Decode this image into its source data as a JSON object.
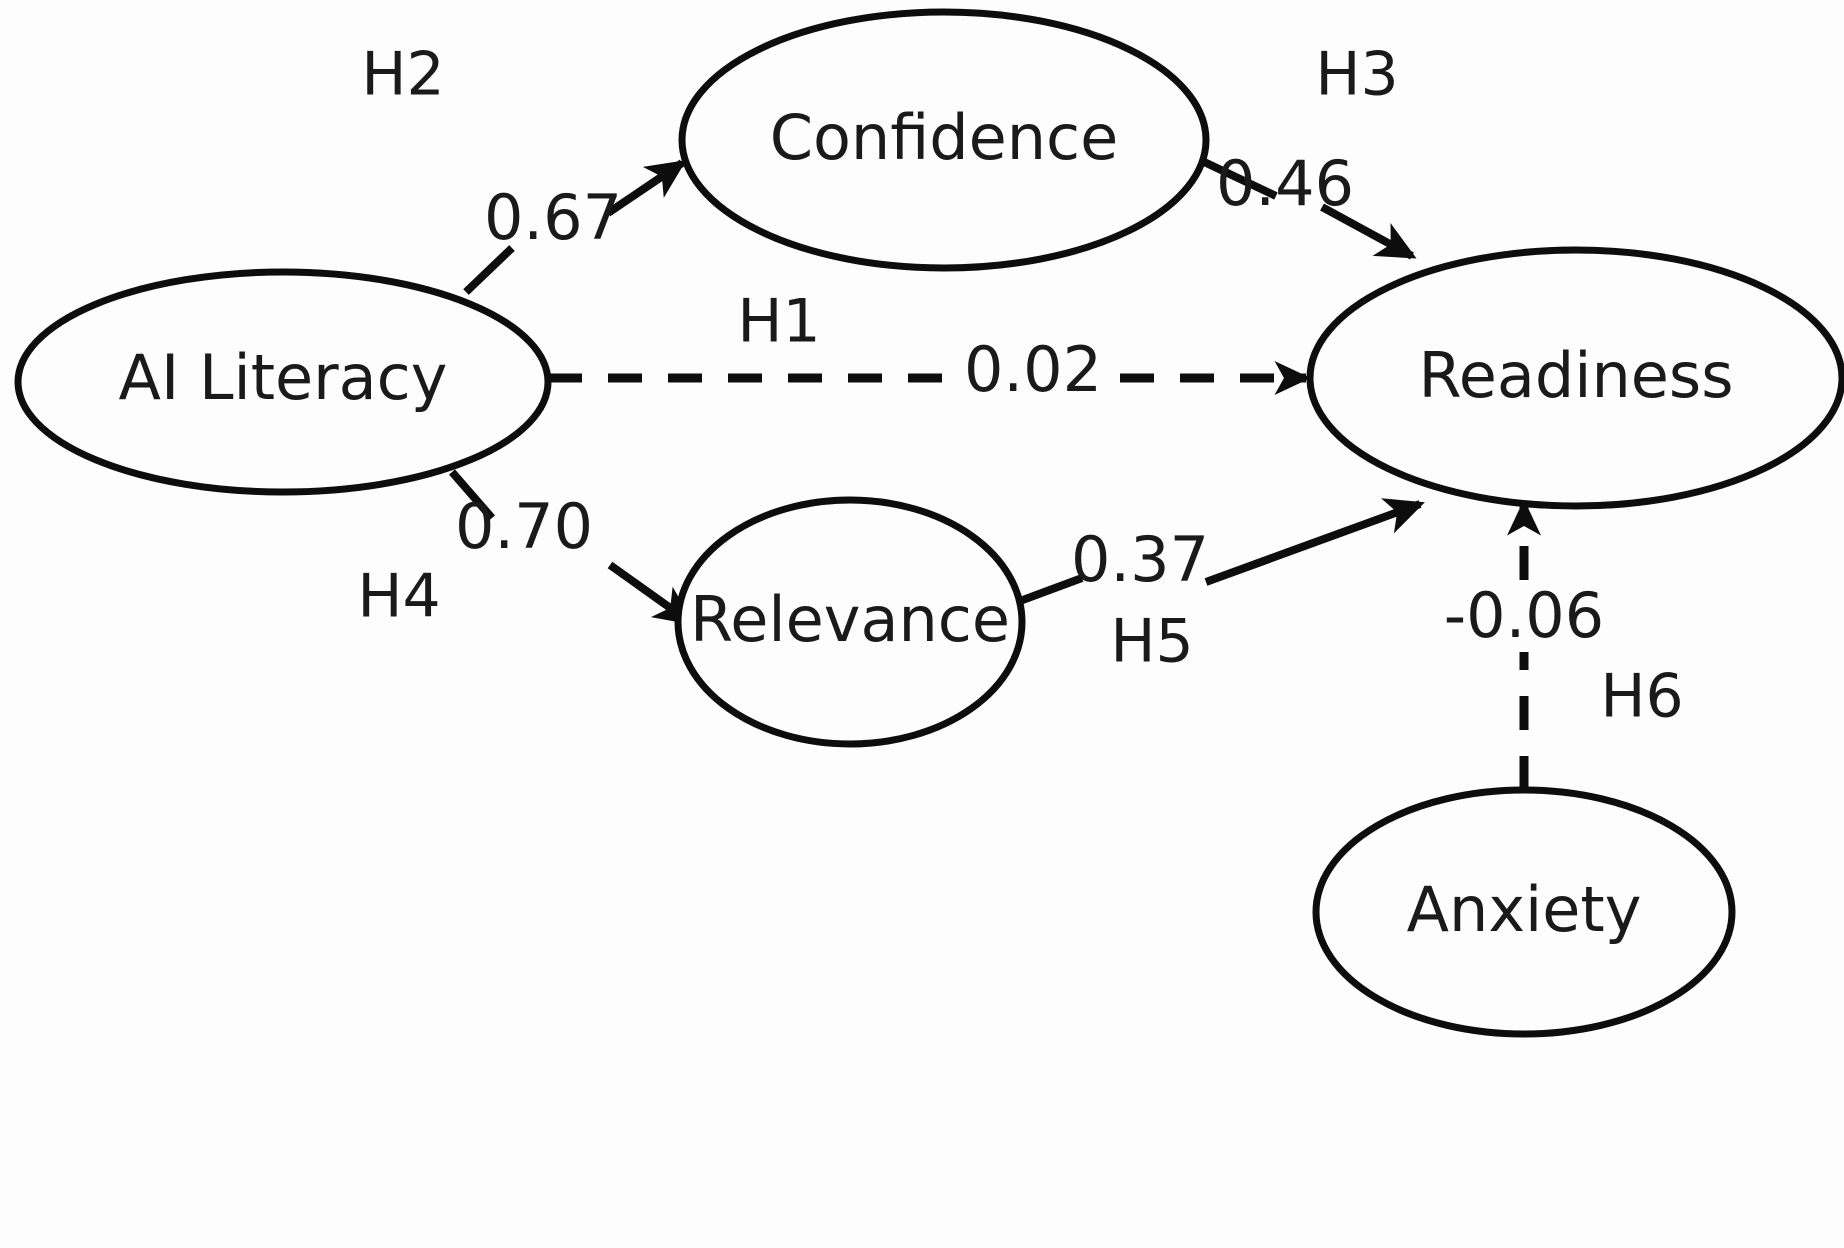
{
  "diagram": {
    "type": "structural-equation-model-path-diagram",
    "background_color": "#fdfdfd",
    "stroke_color": "#0d0d0d",
    "text_color": "#1a1a1a"
  },
  "nodes": [
    {
      "id": "ai_literacy",
      "label": "AI Literacy"
    },
    {
      "id": "confidence",
      "label": "Confidence"
    },
    {
      "id": "readiness",
      "label": "Readiness"
    },
    {
      "id": "relevance",
      "label": "Relevance"
    },
    {
      "id": "anxiety",
      "label": "Anxiety"
    }
  ],
  "paths": [
    {
      "id": "h1",
      "hypothesis": "H1",
      "coefficient": "0.02",
      "from": "AI Literacy",
      "to": "Readiness",
      "style": "dashed"
    },
    {
      "id": "h2",
      "hypothesis": "H2",
      "coefficient": "0.67",
      "from": "AI Literacy",
      "to": "Confidence",
      "style": "solid"
    },
    {
      "id": "h3",
      "hypothesis": "H3",
      "coefficient": "0.46",
      "from": "Confidence",
      "to": "Readiness",
      "style": "solid"
    },
    {
      "id": "h4",
      "hypothesis": "H4",
      "coefficient": "0.70",
      "from": "AI Literacy",
      "to": "Relevance",
      "style": "solid"
    },
    {
      "id": "h5",
      "hypothesis": "H5",
      "coefficient": "0.37",
      "from": "Relevance",
      "to": "Readiness",
      "style": "solid"
    },
    {
      "id": "h6",
      "hypothesis": "H6",
      "coefficient": "-0.06",
      "from": "Anxiety",
      "to": "Readiness",
      "style": "dashed"
    }
  ],
  "chart_data": {
    "type": "diagram",
    "title": "",
    "nodes": [
      "AI Literacy",
      "Confidence",
      "Readiness",
      "Relevance",
      "Anxiety"
    ],
    "edges": [
      {
        "hypothesis": "H1",
        "source": "AI Literacy",
        "target": "Readiness",
        "value": 0.02,
        "line": "dashed"
      },
      {
        "hypothesis": "H2",
        "source": "AI Literacy",
        "target": "Confidence",
        "value": 0.67,
        "line": "solid"
      },
      {
        "hypothesis": "H3",
        "source": "Confidence",
        "target": "Readiness",
        "value": 0.46,
        "line": "solid"
      },
      {
        "hypothesis": "H4",
        "source": "AI Literacy",
        "target": "Relevance",
        "value": 0.7,
        "line": "solid"
      },
      {
        "hypothesis": "H5",
        "source": "Relevance",
        "target": "Readiness",
        "value": 0.37,
        "line": "solid"
      },
      {
        "hypothesis": "H6",
        "source": "Anxiety",
        "target": "Readiness",
        "value": -0.06,
        "line": "dashed"
      }
    ]
  }
}
